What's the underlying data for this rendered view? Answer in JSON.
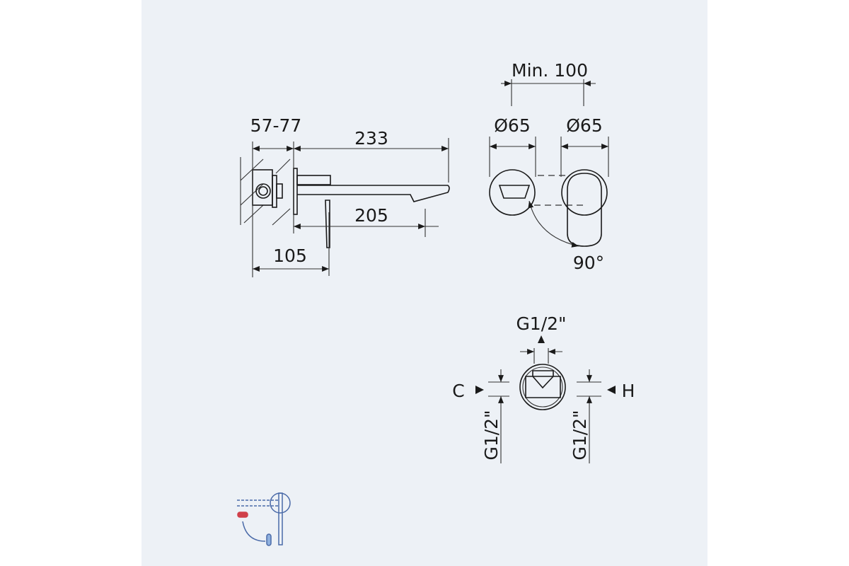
{
  "side_view": {
    "depth_range": "57-77",
    "total_length": "233",
    "spout_length": "205",
    "handle_offset": "105"
  },
  "top_view": {
    "min_spacing": "Min. 100",
    "diameter_left": "Ø65",
    "diameter_right": "Ø65",
    "rotation": "90°"
  },
  "connections": {
    "outlet": "G1/2\"",
    "cold": "C",
    "hot": "H",
    "cold_thread": "G1/2\"",
    "hot_thread": "G1/2\""
  },
  "colors": {
    "background": "#edf1f6",
    "lines": "#1a1a1a",
    "icon_blue": "#4a6aa8",
    "icon_red": "#d0404a"
  }
}
